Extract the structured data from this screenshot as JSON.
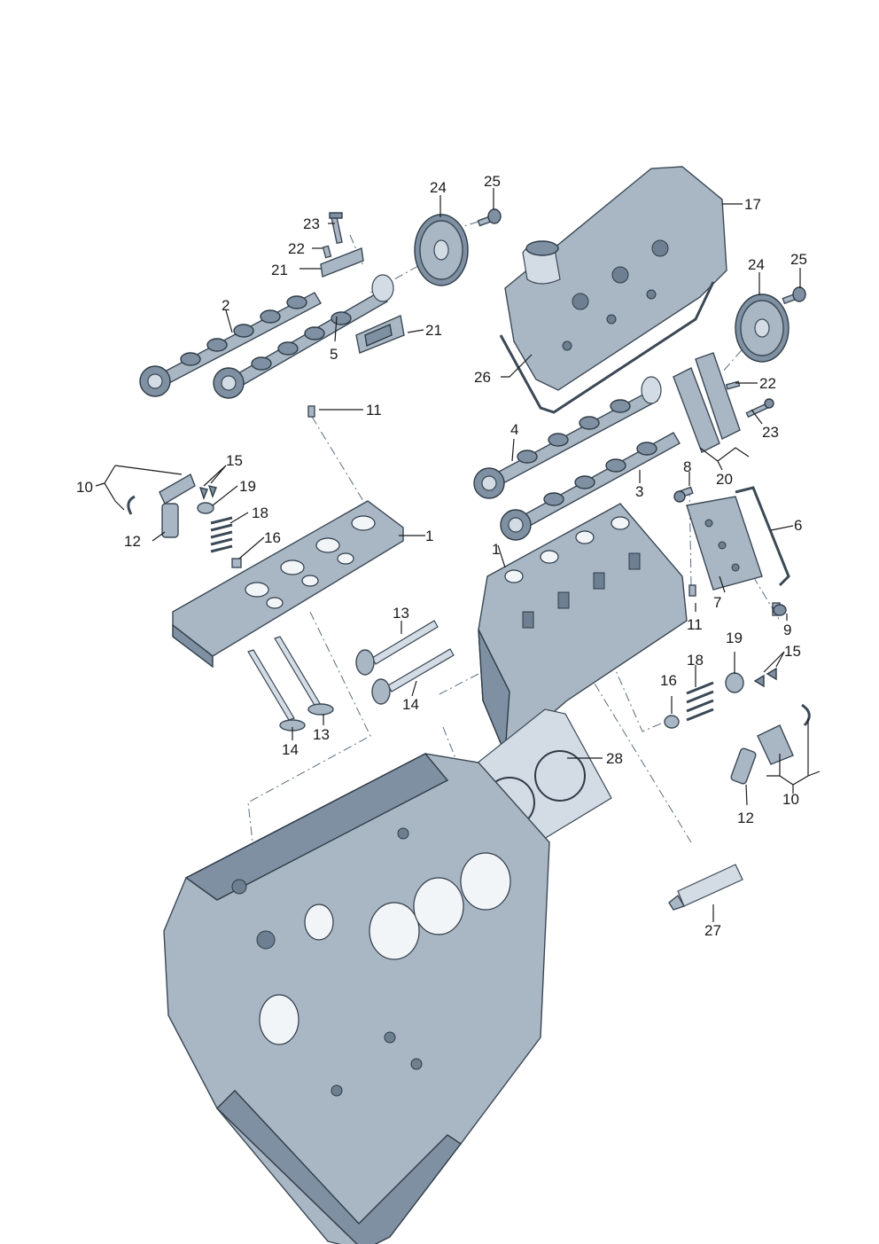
{
  "callouts": [
    {
      "id": "c1a",
      "label": "1"
    },
    {
      "id": "c1b",
      "label": "1"
    },
    {
      "id": "c2",
      "label": "2"
    },
    {
      "id": "c3",
      "label": "3"
    },
    {
      "id": "c4",
      "label": "4"
    },
    {
      "id": "c5",
      "label": "5"
    },
    {
      "id": "c6",
      "label": "6"
    },
    {
      "id": "c7",
      "label": "7"
    },
    {
      "id": "c8",
      "label": "8"
    },
    {
      "id": "c9",
      "label": "9"
    },
    {
      "id": "c10a",
      "label": "10"
    },
    {
      "id": "c10b",
      "label": "10"
    },
    {
      "id": "c11a",
      "label": "11"
    },
    {
      "id": "c11b",
      "label": "11"
    },
    {
      "id": "c12a",
      "label": "12"
    },
    {
      "id": "c12b",
      "label": "12"
    },
    {
      "id": "c13a",
      "label": "13"
    },
    {
      "id": "c13b",
      "label": "13"
    },
    {
      "id": "c14a",
      "label": "14"
    },
    {
      "id": "c14b",
      "label": "14"
    },
    {
      "id": "c15a",
      "label": "15"
    },
    {
      "id": "c15b",
      "label": "15"
    },
    {
      "id": "c16a",
      "label": "16"
    },
    {
      "id": "c16b",
      "label": "16"
    },
    {
      "id": "c17",
      "label": "17"
    },
    {
      "id": "c18a",
      "label": "18"
    },
    {
      "id": "c18b",
      "label": "18"
    },
    {
      "id": "c19a",
      "label": "19"
    },
    {
      "id": "c19b",
      "label": "19"
    },
    {
      "id": "c20",
      "label": "20"
    },
    {
      "id": "c21a",
      "label": "21"
    },
    {
      "id": "c21b",
      "label": "21"
    },
    {
      "id": "c22a",
      "label": "22"
    },
    {
      "id": "c22b",
      "label": "22"
    },
    {
      "id": "c23a",
      "label": "23"
    },
    {
      "id": "c23b",
      "label": "23"
    },
    {
      "id": "c24a",
      "label": "24"
    },
    {
      "id": "c24b",
      "label": "24"
    },
    {
      "id": "c25a",
      "label": "25"
    },
    {
      "id": "c25b",
      "label": "25"
    },
    {
      "id": "c26",
      "label": "26"
    },
    {
      "id": "c27",
      "label": "27"
    },
    {
      "id": "c28",
      "label": "28"
    }
  ]
}
